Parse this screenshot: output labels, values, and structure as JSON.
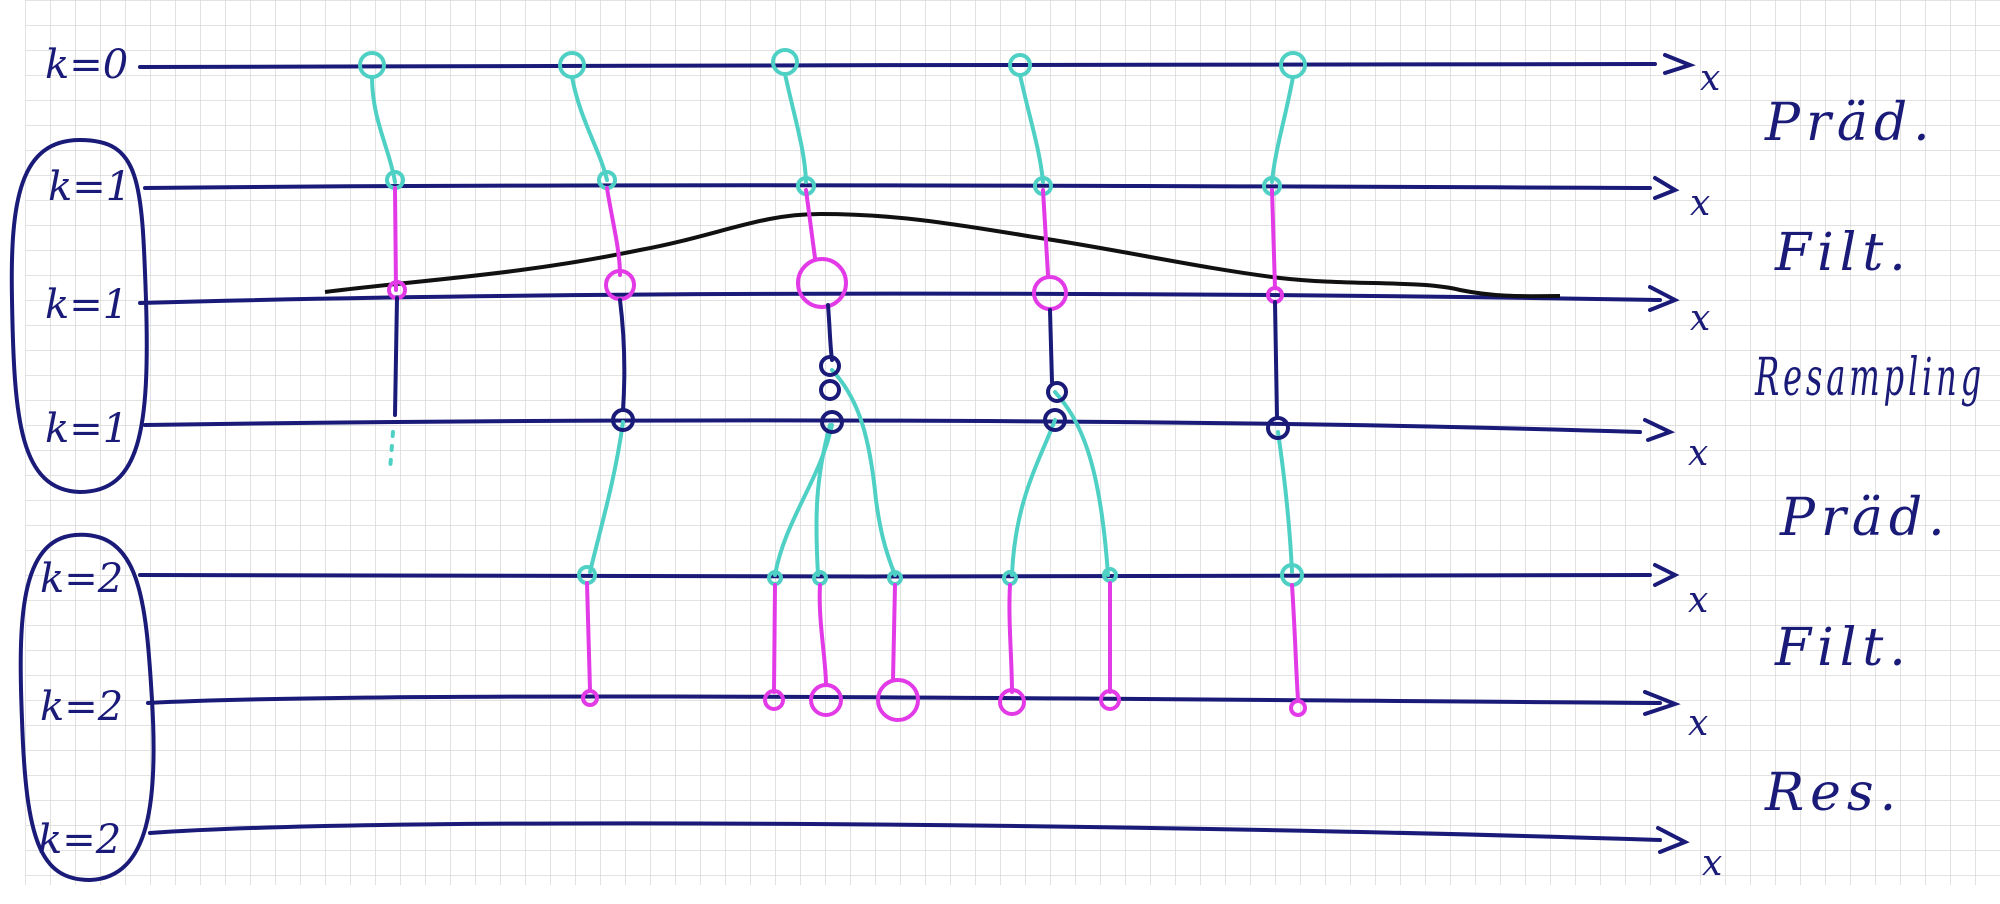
{
  "rows": [
    {
      "k_label": "k=0",
      "axis_label": "x"
    },
    {
      "k_label": "k=1",
      "axis_label": "x"
    },
    {
      "k_label": "k=1",
      "axis_label": "x"
    },
    {
      "k_label": "k=1",
      "axis_label": "x"
    },
    {
      "k_label": "k=2",
      "axis_label": "x"
    },
    {
      "k_label": "k=2",
      "axis_label": "x"
    },
    {
      "k_label": "k=2",
      "axis_label": "x"
    }
  ],
  "steps": [
    "Präd.",
    "Filt.",
    "Resampling",
    "Präd.",
    "Filt.",
    "Res."
  ],
  "colors": {
    "axis": "#1a1a78",
    "prediction": "#4fd0c4",
    "filtering": "#e33ae8",
    "resampling": "#1a1a78",
    "likelihood": "#111111",
    "grid": "#d8d8d8"
  }
}
